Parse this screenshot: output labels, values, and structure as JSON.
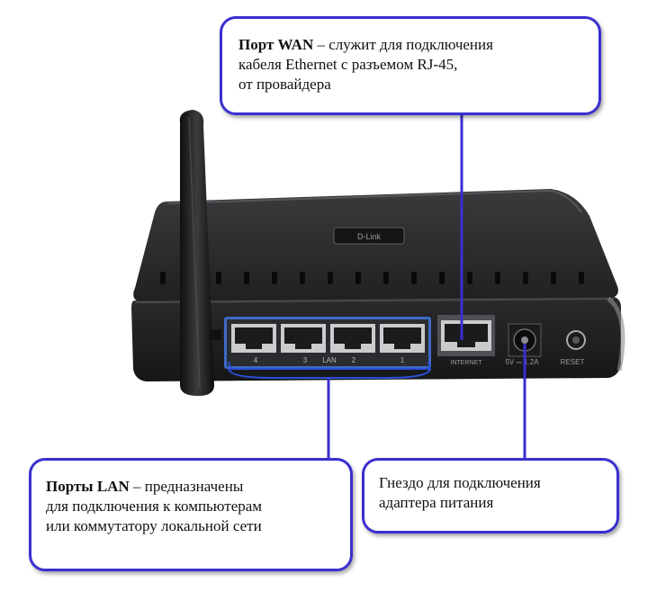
{
  "device": {
    "brand_label": "D-Link",
    "lan_port_numbers": [
      "4",
      "3",
      "2",
      "1"
    ],
    "lan_group_label": "LAN",
    "wan_port_label": "INTERNET",
    "power_label": "5V ⎓ 1.2A",
    "reset_label": "RESET"
  },
  "callouts": {
    "wan": {
      "title": "Порт WAN",
      "line1": " – служит для подключения",
      "line2": "кабеля Ethernet с разъемом RJ-45,",
      "line3": "от провайдера"
    },
    "lan": {
      "title": "Порты LAN",
      "line1": " – предназначены",
      "line2": "для подключения к компьютерам",
      "line3": "или коммутатору локальной сети"
    },
    "power": {
      "line1": "Гнездо для подключения",
      "line2": "адаптера питания"
    }
  },
  "colors": {
    "callout_border": "#3a2fd0",
    "lan_frame": "#2a4fd8",
    "router_body": "#2b2c2e"
  }
}
